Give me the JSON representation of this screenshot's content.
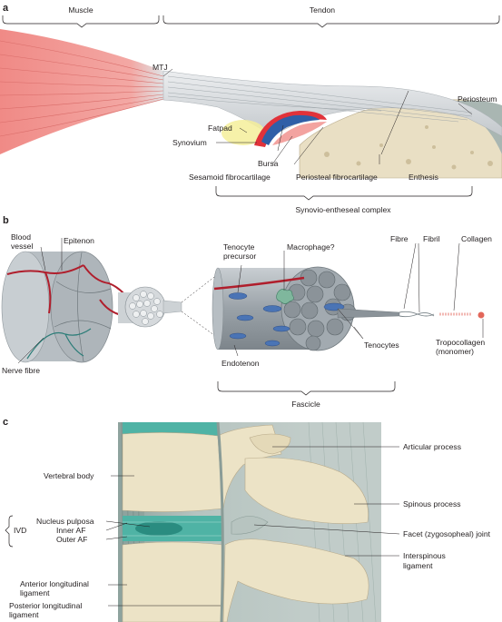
{
  "panel_a": {
    "letter": "a",
    "labels": {
      "muscle": "Muscle",
      "tendon": "Tendon",
      "mtj": "MTJ",
      "periosteum": "Periosteum",
      "fatpad": "Fatpad",
      "synovium": "Synovium",
      "bursa": "Bursa",
      "sesamoid": "Sesamoid fibrocartilage",
      "periosteal": "Periosteal fibrocartilage",
      "enthesis": "Enthesis",
      "complex": "Synovio-entheseal complex"
    }
  },
  "panel_b": {
    "letter": "b",
    "labels": {
      "blood_vessel_1": "Blood",
      "blood_vessel_2": "vessel",
      "epitenon": "Epitenon",
      "nerve_fibre": "Nerve fibre",
      "tenocyte_precursor_1": "Tenocyte",
      "tenocyte_precursor_2": "precursor",
      "macrophage": "Macrophage?",
      "fibre": "Fibre",
      "fibril": "Fibril",
      "collagen": "Collagen",
      "endotenon": "Endotenon",
      "tenocytes": "Tenocytes",
      "tropocollagen_1": "Tropocollagen",
      "tropocollagen_2": "(monomer)",
      "fascicle": "Fascicle"
    }
  },
  "panel_c": {
    "letter": "c",
    "labels": {
      "articular_process": "Articular process",
      "vertebral_body": "Vertebral body",
      "spinous_process": "Spinous process",
      "nucleus_pulposa": "Nucleus pulposa",
      "inner_af": "Inner AF",
      "outer_af": "Outer AF",
      "ivd": "IVD",
      "facet_joint": "Facet (zygosopheal) joint",
      "interspinous_1": "Interspinous",
      "interspinous_2": "ligament",
      "anterior_1": "Anterior longitudinal",
      "anterior_2": "ligament",
      "posterior_1": "Posterior longitudinal",
      "posterior_2": "ligament"
    }
  },
  "colors": {
    "muscle": "#f19a96",
    "tendon": "#d9dde0",
    "bone": "#e9dfc4",
    "synovium_red": "#e1323a",
    "bursa_blue": "#2f5fa7",
    "fatpad_yellow": "#f4ef9a",
    "vessel": "#b01e2c",
    "nerve": "#2c7d78",
    "fascicle_grey": "#a6adb2",
    "disc_teal": "#4fb3a5",
    "ligament": "#9fb1ac"
  }
}
